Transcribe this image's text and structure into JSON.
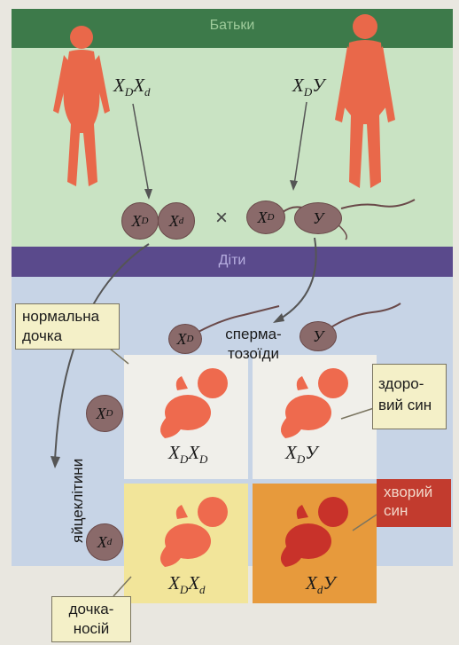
{
  "bands": {
    "parents_title": "Батьки",
    "children_title": "Діти"
  },
  "parents": {
    "mother_genotype": {
      "base": "X",
      "a1": "D",
      "b": "X",
      "a2": "d"
    },
    "father_genotype": {
      "base": "X",
      "a1": "D",
      "y": "У"
    },
    "cross_symbol": "×"
  },
  "gametes": {
    "egg_1": {
      "base": "X",
      "sub": "D"
    },
    "egg_2": {
      "base": "X",
      "sub": "d"
    },
    "sperm_1": {
      "base": "X",
      "sub": "D"
    },
    "sperm_2": {
      "base": "У",
      "sub": ""
    }
  },
  "labels": {
    "normal_daughter": [
      "нормальна",
      "дочка"
    ],
    "sperm": [
      "сперма-",
      "тозоїди"
    ],
    "healthy_son": [
      "здоро-",
      "вий син"
    ],
    "sick_son": [
      "хворий",
      "син"
    ],
    "carrier_daughter": [
      "дочка-",
      "носій"
    ],
    "eggs": "яйцеклітини"
  },
  "offspring": {
    "XDXD": {
      "base1": "X",
      "a1": "D",
      "base2": "X",
      "a2": "D"
    },
    "XDY": {
      "base1": "X",
      "a1": "D",
      "y": "У"
    },
    "XDXd": {
      "base1": "X",
      "a1": "D",
      "base2": "X",
      "a2": "d"
    },
    "XdY": {
      "base1": "X",
      "a1": "d",
      "y": "У"
    }
  },
  "colors": {
    "top_band": "#3d7a4a",
    "parents_bg": "#c9e3c3",
    "mid_band": "#5a4a8c",
    "children_bg": "#c7d4e6",
    "cell_healthy": "#f0efea",
    "cell_carrier": "#f2e59a",
    "cell_sick": "#e79a3c",
    "figure": "#e9684a",
    "sick_callout": "#c23b2e"
  }
}
